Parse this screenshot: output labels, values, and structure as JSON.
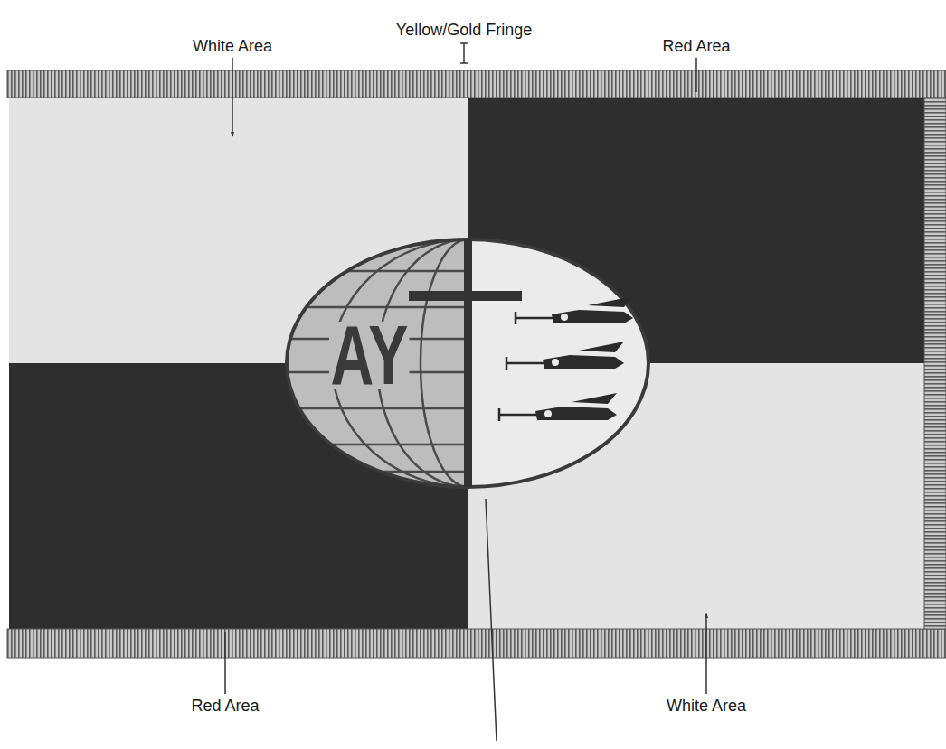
{
  "diagram": {
    "labels": [
      "White Area",
      "Yellow/Gold Fringe",
      "Red Area",
      "AY",
      "Red Area",
      "White Area"
    ]
  }
}
